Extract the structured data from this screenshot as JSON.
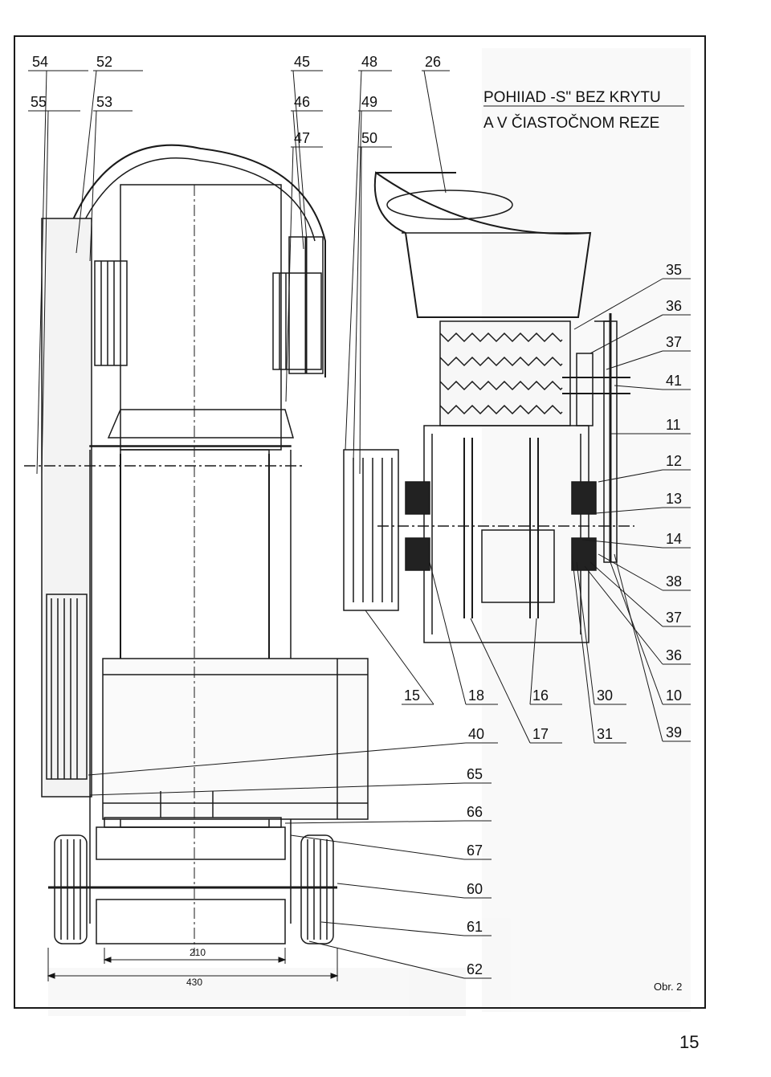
{
  "drawing": {
    "title_line1": "POHIIAD -S\" BEZ KRYTU",
    "title_line2": "A V ČIASTOČNOM REZE",
    "figure_label": "Obr. 2",
    "page_number": "15",
    "dimensions": {
      "inner_width": "210",
      "outer_width": "430"
    }
  },
  "callouts": {
    "top_row1": [
      "54",
      "52",
      "45",
      "48",
      "26"
    ],
    "top_row2": [
      "55",
      "53",
      "46",
      "49"
    ],
    "top_row3": [
      "47",
      "50"
    ],
    "right_column": [
      "35",
      "36",
      "37",
      "41",
      "11",
      "12",
      "13",
      "14",
      "38",
      "37",
      "36",
      "10",
      "39"
    ],
    "bottom_row1": [
      "15",
      "18",
      "16",
      "30"
    ],
    "bottom_row2": [
      "40",
      "17",
      "31"
    ],
    "bottom_left_column": [
      "65",
      "66",
      "67",
      "60",
      "61",
      "62"
    ]
  }
}
